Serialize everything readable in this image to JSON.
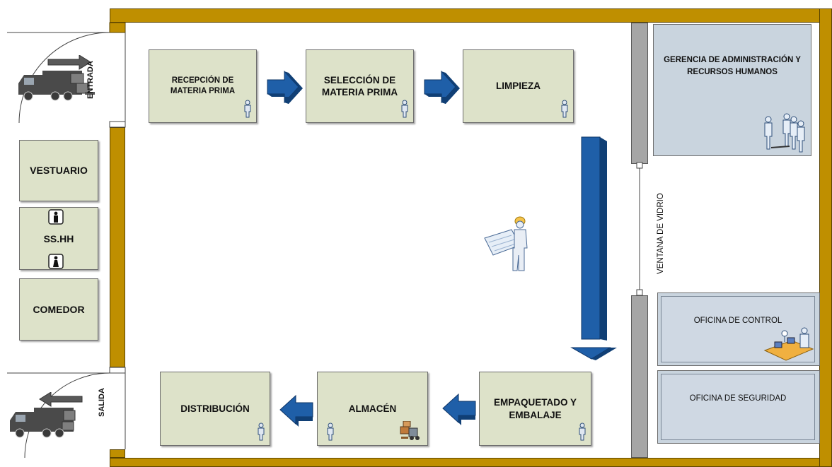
{
  "process": {
    "recepcion": "RECEPCIÓN DE MATERIA PRIMA",
    "seleccion": "SELECCIÓN DE MATERIA PRIMA",
    "limpieza": "LIMPIEZA",
    "empaquetado": "EMPAQUETADO Y EMBALAJE",
    "almacen": "ALMACÉN",
    "distribucion": "DISTRIBUCIÓN"
  },
  "side_rooms": {
    "vestuario": "VESTUARIO",
    "sshh": "SS.HH",
    "comedor": "COMEDOR"
  },
  "doors": {
    "entrada": "ENTRADA",
    "salida": "SALIDA"
  },
  "offices": {
    "gerencia": "GERENCIA DE ADMINISTRACIÓN Y RECURSOS HUMANOS",
    "control": "OFICINA DE CONTROL",
    "seguridad": "OFICINA DE SEGURIDAD"
  },
  "window": {
    "label": "VENTANA DE VIDRIO"
  },
  "colors": {
    "wall": "#bf8f00",
    "room": "#dde2c9",
    "office": "#c9d4de",
    "arrow": "#1f5fa8"
  }
}
